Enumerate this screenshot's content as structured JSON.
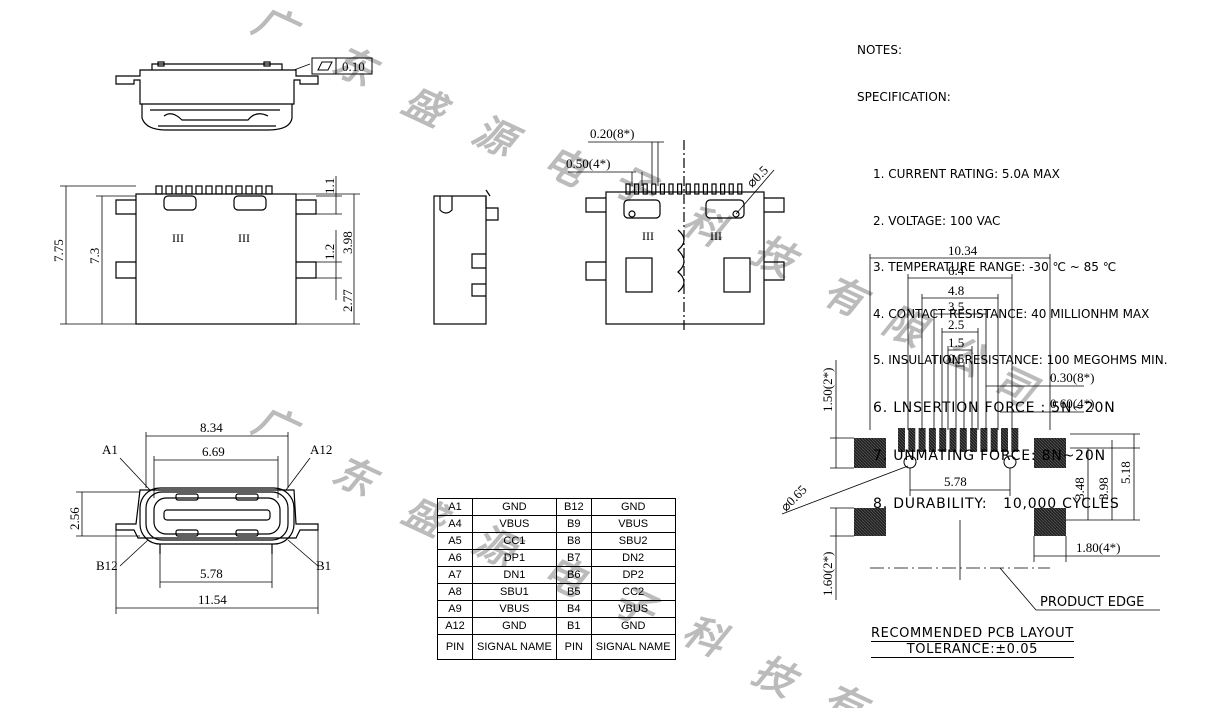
{
  "notes": {
    "title": "NOTES:",
    "subtitle": "SPECIFICATION:",
    "items": [
      "1. CURRENT RATING: 5.0A MAX",
      "2. VOLTAGE: 100 VAC",
      "3. TEMPERATURE RANGE: -30 ℃ ~ 85 ℃",
      "4. CONTACT RESISTANCE: 40 MILLIONHM MAX",
      "5. INSULATION RESISTANCE: 100 MEGOHMS MIN.",
      "6. LNSERTION FORCE : 5N~20N",
      "7. UNMATING FORCE: 8N~20N",
      "8. DURABILITY:   10,000 CYCLES"
    ]
  },
  "watermark": [
    "广",
    "东",
    "盛",
    "源",
    "电",
    "子",
    "科",
    "技",
    "有",
    "限",
    "公",
    "司"
  ],
  "flatness": "0.10",
  "front_view": {
    "d1": "7.75",
    "d2": "7.3",
    "d3": "1.1",
    "d4": "1.2",
    "d5": "3.98",
    "d6": "2.77"
  },
  "side_view_dims": {
    "pitch1": "0.20(8*)",
    "pitch2": "0.50(4*)",
    "hole": "⌀0.5"
  },
  "end_view": {
    "w1": "8.34",
    "w2": "6.69",
    "h": "2.56",
    "w3": "5.78",
    "w4": "11.54",
    "a1": "A1",
    "a12": "A12",
    "b12": "B12",
    "b1": "B1"
  },
  "pcb": {
    "widths": [
      "10.34",
      "6.4",
      "4.8",
      "3.5",
      "2.5",
      "1.5",
      "0.5"
    ],
    "pad1": "0.30(8*)",
    "pad2": "0.60(4*)",
    "h1": "1.50(2*)",
    "hole": "⌀0.65",
    "span": "5.78",
    "v1": "3.48",
    "v2": "3.98",
    "v3": "5.18",
    "pad3": "1.80(4*)",
    "h2": "1.60(2*)",
    "edge": "PRODUCT EDGE",
    "title": "RECOMMENDED PCB LAYOUT",
    "tolerance": "TOLERANCE:±0.05"
  },
  "pin_table": {
    "rows": [
      [
        "A1",
        "GND",
        "B12",
        "GND"
      ],
      [
        "A4",
        "VBUS",
        "B9",
        "VBUS"
      ],
      [
        "A5",
        "CC1",
        "B8",
        "SBU2"
      ],
      [
        "A6",
        "DP1",
        "B7",
        "DN2"
      ],
      [
        "A7",
        "DN1",
        "B6",
        "DP2"
      ],
      [
        "A8",
        "SBU1",
        "B5",
        "CC2"
      ],
      [
        "A9",
        "VBUS",
        "B4",
        "VBUS"
      ],
      [
        "A12",
        "GND",
        "B1",
        "GND"
      ]
    ],
    "footer": [
      "PIN",
      "SIGNAL NAME",
      "PIN",
      "SIGNAL NAME"
    ]
  }
}
